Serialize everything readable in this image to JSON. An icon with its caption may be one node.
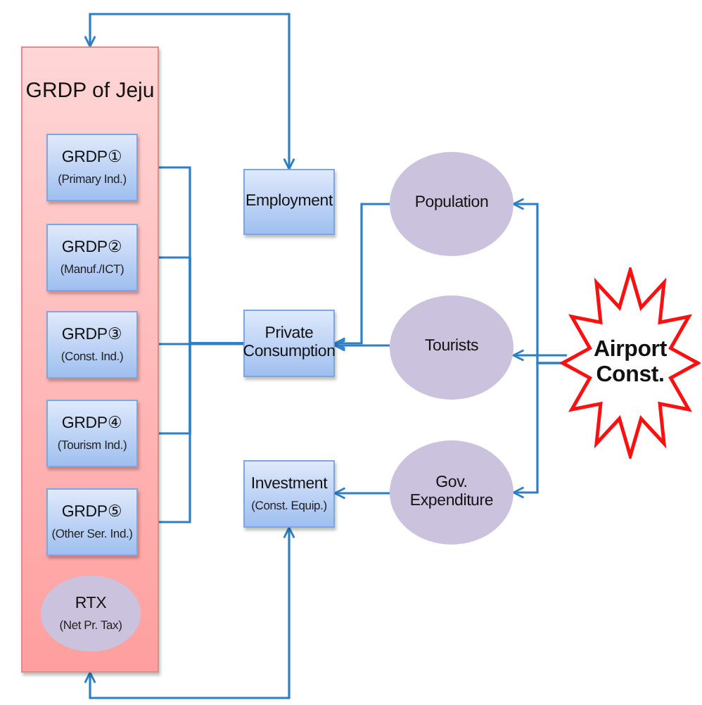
{
  "diagram": {
    "nodes": [
      {
        "text": [
          "GRDP of Jeju"
        ]
      },
      {
        "text": [
          "GRDP①",
          "(Primary Ind.)"
        ],
        "in": 0
      },
      {
        "text": [
          "GRDP②",
          "(Manuf./ICT)"
        ],
        "in": 0
      },
      {
        "text": [
          "GRDP③",
          "(Const. Ind.)"
        ],
        "in": 0
      },
      {
        "text": [
          "GRDP④",
          "(Tourism Ind.)"
        ],
        "in": 0
      },
      {
        "text": [
          "GRDP⑤",
          "(Other Ser. Ind.)"
        ],
        "in": 0
      },
      {
        "text": [
          "RTX",
          "(Net Pr. Tax)"
        ],
        "in": 0
      },
      {
        "text": [
          "Employment"
        ]
      },
      {
        "text": [
          "Private Consumption"
        ]
      },
      {
        "text": [
          "Investment",
          "(Const. Equip.)"
        ]
      },
      {
        "text": [
          "Population"
        ]
      },
      {
        "text": [
          "Tourists"
        ]
      },
      {
        "text": [
          "Gov. Expenditure"
        ]
      },
      {
        "text": [
          "Airport Const."
        ]
      }
    ],
    "edges": [
      {
        "from": 8,
        "to": 1,
        "arrow": "to"
      },
      {
        "from": 8,
        "to": 2,
        "arrow": "to"
      },
      {
        "from": 8,
        "to": 3,
        "arrow": "to"
      },
      {
        "from": 8,
        "to": 4,
        "arrow": "to"
      },
      {
        "from": 8,
        "to": 5,
        "arrow": "to"
      },
      {
        "from": 10,
        "to": 8,
        "arrow": "to"
      },
      {
        "from": 11,
        "to": 8,
        "arrow": "to"
      },
      {
        "from": 12,
        "to": 9,
        "arrow": "to"
      },
      {
        "from": 13,
        "to": 10,
        "arrow": "to"
      },
      {
        "from": 13,
        "to": 11,
        "arrow": "to"
      },
      {
        "from": 13,
        "to": 12,
        "arrow": "to"
      },
      {
        "from": 7,
        "to": 0,
        "arrow": "both"
      },
      {
        "from": 9,
        "to": 0,
        "arrow": "both"
      }
    ]
  }
}
